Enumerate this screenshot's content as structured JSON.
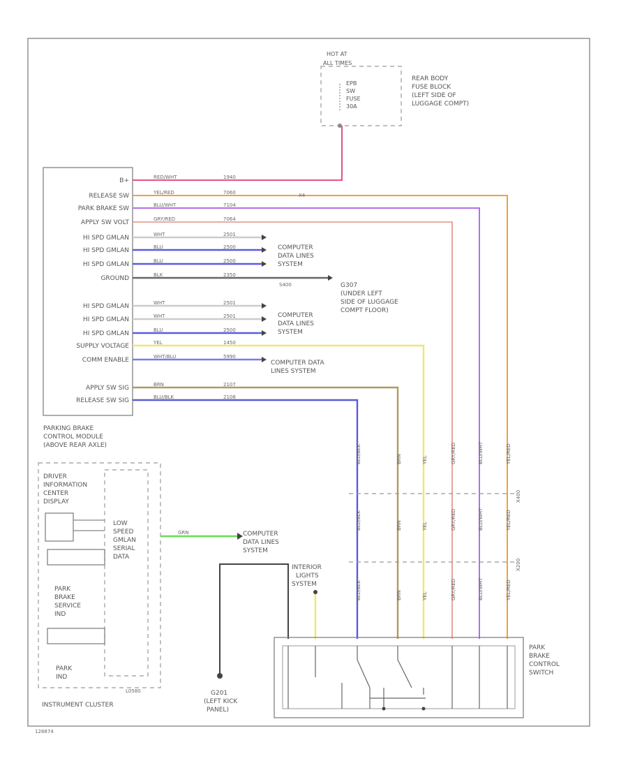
{
  "fuse_block": {
    "hot_at": [
      "HOT AT",
      "ALL TIMES"
    ],
    "fuse": [
      "EPB",
      "SW",
      "FUSE",
      "30A"
    ],
    "name": [
      "REAR BODY",
      "FUSE BLOCK",
      "(LEFT SIDE OF",
      "LUGGAGE COMPT)"
    ]
  },
  "module": {
    "pins": [
      "B+",
      "RELEASE SW",
      "PARK BRAKE SW",
      "APPLY SW VOLT",
      "HI SPD GMLAN",
      "HI SPD GMLAN",
      "HI SPD GMLAN",
      "GROUND",
      "",
      "HI SPD GMLAN",
      "HI SPD GMLAN",
      "HI SPD GMLAN",
      "SUPPLY VOLTAGE",
      "COMM ENABLE",
      "",
      "APPLY SW SIG",
      "RELEASE SW SIG"
    ],
    "name": [
      "PARKING BRAKE",
      "CONTROL MODULE",
      "(ABOVE REAR AXLE)"
    ]
  },
  "wires": [
    {
      "color": "RED/WHT",
      "circuit": "1940",
      "hex": "#e8508a"
    },
    {
      "color": "YEL/RED",
      "circuit": "7060",
      "hex": "#f0a040"
    },
    {
      "color": "BLU/WHT",
      "circuit": "7104",
      "hex": "#b070e8"
    },
    {
      "color": "GRY/RED",
      "circuit": "7064",
      "hex": "#e09088"
    },
    {
      "color": "WHT",
      "circuit": "2501",
      "hex": "#cccccc"
    },
    {
      "color": "BLU",
      "circuit": "2500",
      "hex": "#5a5ae0"
    },
    {
      "color": "BLU",
      "circuit": "2500",
      "hex": "#5a5ae0"
    },
    {
      "color": "BLK",
      "circuit": "2350",
      "hex": "#666666"
    },
    {
      "color": "WHT",
      "circuit": "2501",
      "hex": "#cccccc"
    },
    {
      "color": "WHT",
      "circuit": "2501",
      "hex": "#cccccc"
    },
    {
      "color": "BLU",
      "circuit": "2500",
      "hex": "#5a5ae0"
    },
    {
      "color": "YEL",
      "circuit": "1450",
      "hex": "#eee870"
    },
    {
      "color": "WHT/BLU",
      "circuit": "5990",
      "hex": "#7a7ae8"
    },
    {
      "color": "BRN",
      "circuit": "2107",
      "hex": "#b09a60"
    },
    {
      "color": "BLU/BLK",
      "circuit": "2108",
      "hex": "#5a5ad8"
    },
    {
      "color": "GRN",
      "circuit": "",
      "hex": "#66dd55"
    }
  ],
  "splices": {
    "s1": "S400",
    "s2": "X4",
    "inline1": "X400",
    "inline2": "X200"
  },
  "labels": {
    "cdl": [
      "COMPUTER",
      "DATA LINES",
      "SYSTEM"
    ],
    "cdl_two": [
      "COMPUTER DATA",
      "LINES SYSTEM"
    ],
    "ground_luggage": [
      "G307",
      "(UNDER LEFT",
      "SIDE OF LUGGAGE",
      "COMPT FLOOR)"
    ],
    "ground_kick": [
      "G201",
      "(LEFT KICK",
      "PANEL)"
    ],
    "interior": [
      "INTERIOR",
      "LIGHTS",
      "SYSTEM"
    ],
    "switch": [
      "PARK",
      "BRAKE",
      "CONTROL",
      "SWITCH"
    ],
    "cluster_name": "INSTRUMENT CLUSTER",
    "dic": [
      "DRIVER",
      "INFORMATION",
      "CENTER",
      "DISPLAY"
    ],
    "service": [
      "PARK",
      "BRAKE",
      "SERVICE",
      "IND"
    ],
    "park_ind": [
      "PARK",
      "IND"
    ],
    "lsgm": [
      "LOW",
      "SPEED",
      "GMLAN",
      "SERIAL",
      "DATA"
    ],
    "ref": "L0580",
    "code": "128874"
  },
  "colors": {
    "frame": "#777777",
    "text": "#555555"
  }
}
